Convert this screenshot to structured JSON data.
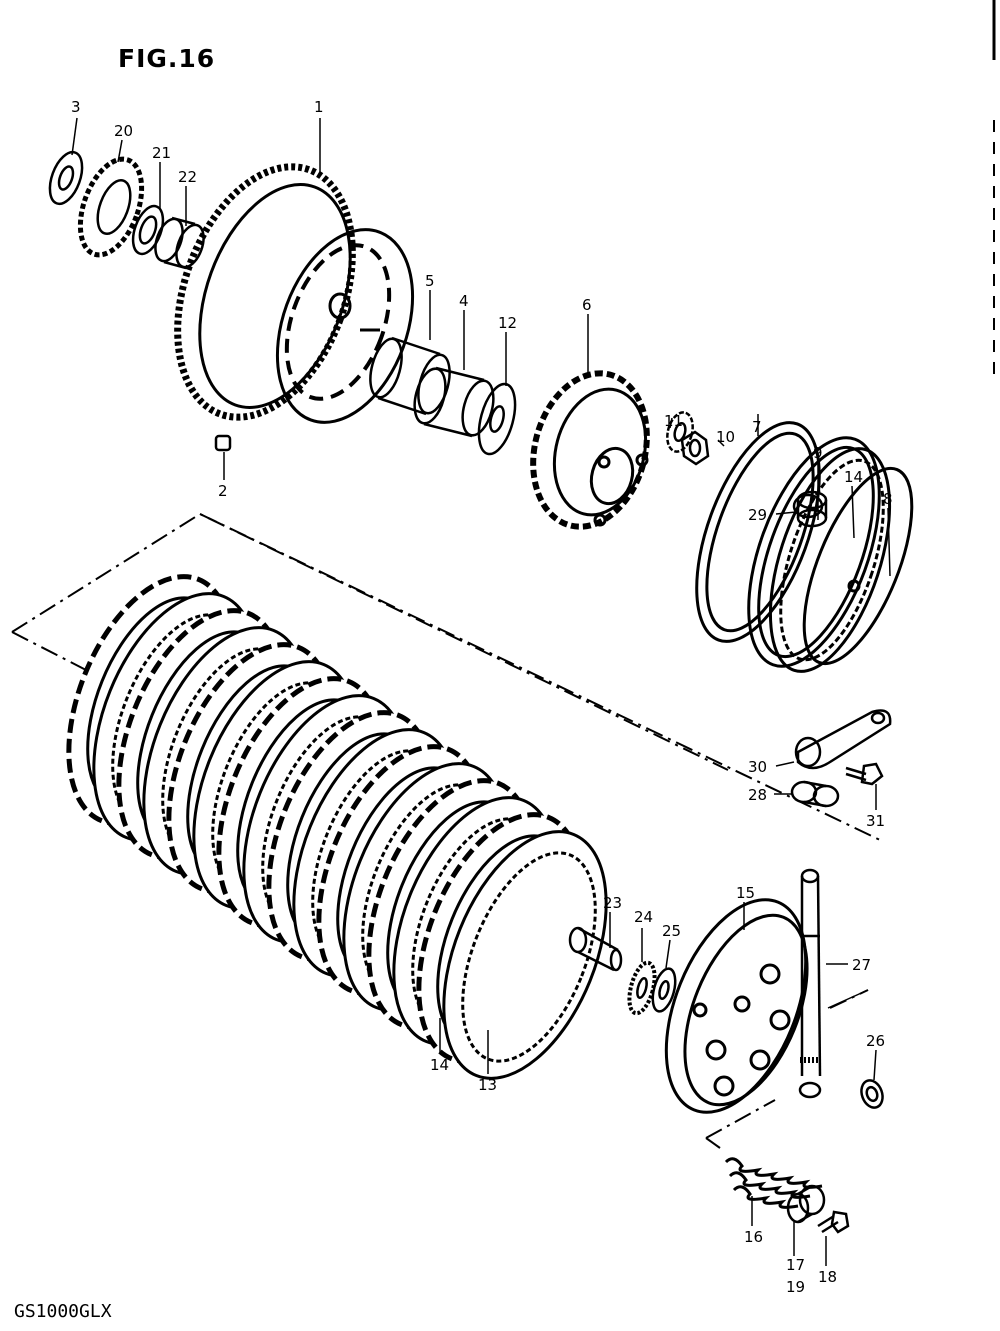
{
  "figure": {
    "title": "FIG.16",
    "model": "GS1000GLX"
  },
  "callouts": [
    {
      "id": "c1",
      "text": "1"
    },
    {
      "id": "c2",
      "text": "2"
    },
    {
      "id": "c3",
      "text": "3"
    },
    {
      "id": "c4",
      "text": "4"
    },
    {
      "id": "c5",
      "text": "5"
    },
    {
      "id": "c6",
      "text": "6"
    },
    {
      "id": "c7",
      "text": "7"
    },
    {
      "id": "c8",
      "text": "8"
    },
    {
      "id": "c9",
      "text": "9"
    },
    {
      "id": "c10",
      "text": "10"
    },
    {
      "id": "c11",
      "text": "11"
    },
    {
      "id": "c12",
      "text": "12"
    },
    {
      "id": "c13",
      "text": "13"
    },
    {
      "id": "c14a",
      "text": "14"
    },
    {
      "id": "c14b",
      "text": "14"
    },
    {
      "id": "c15",
      "text": "15"
    },
    {
      "id": "c16",
      "text": "16"
    },
    {
      "id": "c17",
      "text": "17"
    },
    {
      "id": "c18",
      "text": "18"
    },
    {
      "id": "c19",
      "text": "19"
    },
    {
      "id": "c20",
      "text": "20"
    },
    {
      "id": "c21",
      "text": "21"
    },
    {
      "id": "c22",
      "text": "22"
    },
    {
      "id": "c23",
      "text": "23"
    },
    {
      "id": "c24",
      "text": "24"
    },
    {
      "id": "c25",
      "text": "25"
    },
    {
      "id": "c26",
      "text": "26"
    },
    {
      "id": "c27",
      "text": "27"
    },
    {
      "id": "c28",
      "text": "28"
    },
    {
      "id": "c29",
      "text": "29"
    },
    {
      "id": "c30",
      "text": "30"
    },
    {
      "id": "c31",
      "text": "31"
    }
  ]
}
